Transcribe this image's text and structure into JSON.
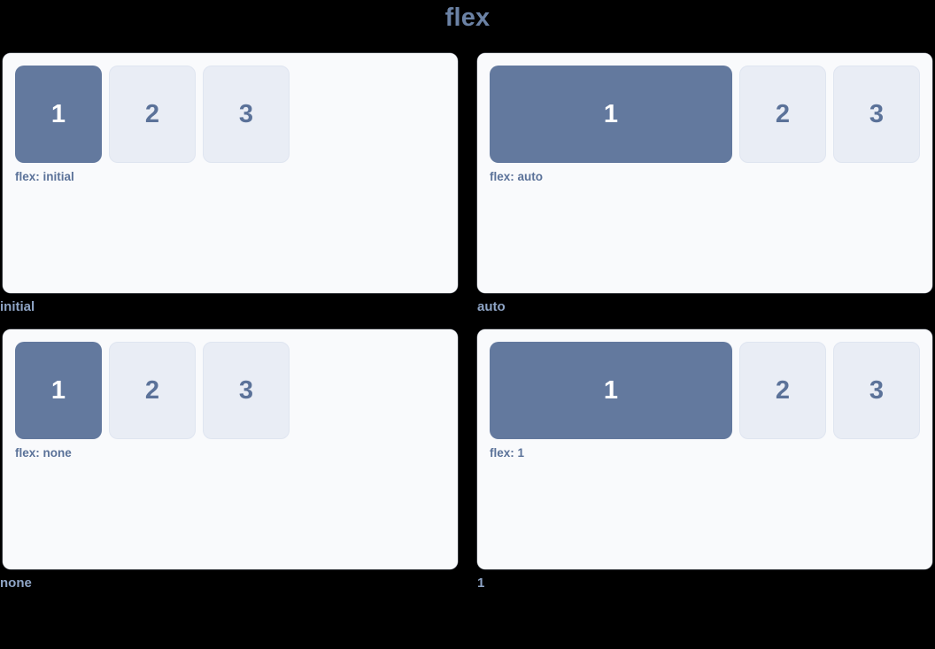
{
  "page": {
    "title": "flex",
    "background_color": "#000000",
    "title_color": "#6b82a5"
  },
  "theme": {
    "panel_bg": "#f9fafc",
    "primary_box_bg": "#63799e",
    "primary_box_text": "#ffffff",
    "plain_box_bg": "#e9edf5",
    "plain_box_text": "#5b7299",
    "plain_box_border": "#dfe5f0",
    "label_color": "#5b7299",
    "caption_color": "#8fa5c6"
  },
  "demos": [
    {
      "caption": "initial",
      "label": "flex: initial",
      "grow": false,
      "items": [
        {
          "text": "1",
          "variant": "primary"
        },
        {
          "text": "2",
          "variant": "plain"
        },
        {
          "text": "3",
          "variant": "plain"
        }
      ]
    },
    {
      "caption": "auto",
      "label": "flex: auto",
      "grow": true,
      "items": [
        {
          "text": "1",
          "variant": "primary"
        },
        {
          "text": "2",
          "variant": "plain"
        },
        {
          "text": "3",
          "variant": "plain"
        }
      ]
    },
    {
      "caption": "none",
      "label": "flex: none",
      "grow": false,
      "items": [
        {
          "text": "1",
          "variant": "primary"
        },
        {
          "text": "2",
          "variant": "plain"
        },
        {
          "text": "3",
          "variant": "plain"
        }
      ]
    },
    {
      "caption": "1",
      "label": "flex: 1",
      "grow": true,
      "items": [
        {
          "text": "1",
          "variant": "primary"
        },
        {
          "text": "2",
          "variant": "plain"
        },
        {
          "text": "3",
          "variant": "plain"
        }
      ]
    }
  ]
}
